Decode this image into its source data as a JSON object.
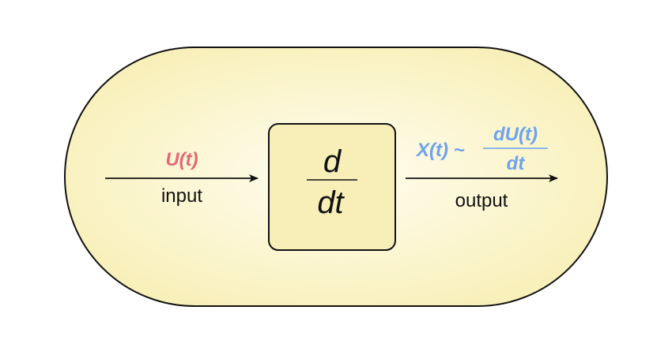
{
  "input": {
    "symbol": "U(t)",
    "label": "input"
  },
  "operator": {
    "numerator": "d",
    "denominator": "dt"
  },
  "output": {
    "symbol": "X(t) ~",
    "numerator": "dU(t)",
    "denominator": "dt",
    "label": "output"
  },
  "colors": {
    "input": "#e06a78",
    "output": "#6fa3ee",
    "fill": "#f8f0b8",
    "stroke": "#111111"
  }
}
